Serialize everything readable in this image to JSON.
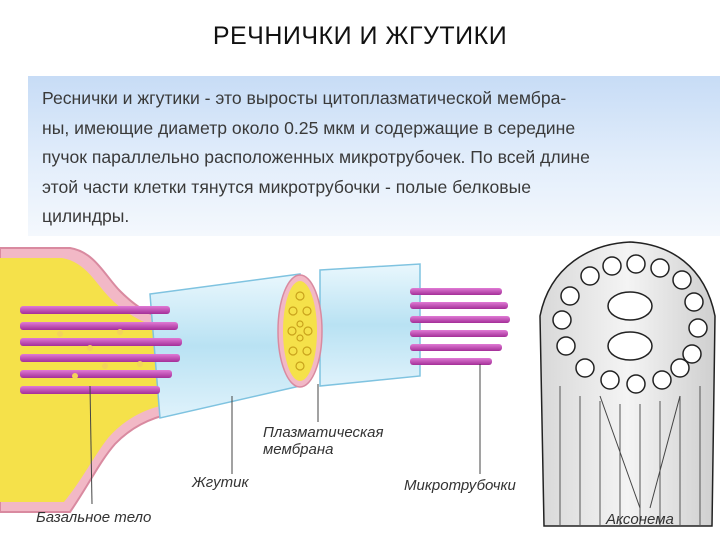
{
  "title": "РЕЧНИЧКИ И ЖГУТИКИ",
  "description": {
    "line1": "Реснички и жгутики - это выросты цитоплазматической мембра-",
    "line2": "ны, имеющие диаметр около 0.25 мкм и содержащие  в середине",
    "line3": "пучок параллельно расположенных микротрубочек. По всей длине",
    "line4": "этой части клетки тянутся микротрубочки - полые белковые",
    "line5": "цилиндры."
  },
  "labels": {
    "plasma_membrane_line1": "Плазматическая",
    "plasma_membrane_line2": "мембрана",
    "flagellum": "Жгутик",
    "microtubules": "Микротрубочки",
    "basal_body": "Базальное тело",
    "axoneme": "Аксонема"
  },
  "colors": {
    "cytoplasm": "#f5e14a",
    "membrane": "#f2b8c6",
    "microtubule": "#c844b8",
    "sheath": "#bfe6f5"
  }
}
